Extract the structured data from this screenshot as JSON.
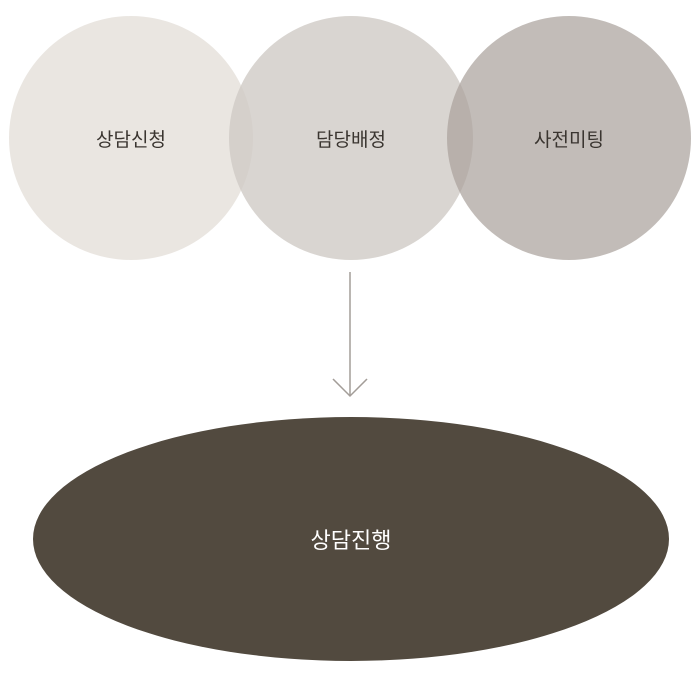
{
  "steps": [
    {
      "label": "상담신청"
    },
    {
      "label": "담당배정"
    },
    {
      "label": "사전미팅"
    }
  ],
  "result": {
    "label": "상담진행"
  },
  "colors": {
    "step1": "#e8e4de",
    "step2": "#d3cfcb",
    "step3": "#bcb6b2",
    "result": "#524a3f",
    "arrow": "#a39d98"
  }
}
